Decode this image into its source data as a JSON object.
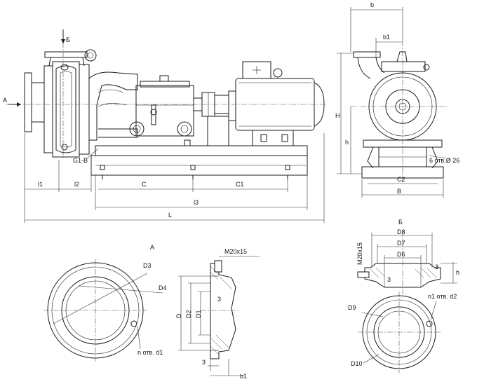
{
  "labels": {
    "arrow_a": "А",
    "arrow_b": "Б",
    "flange": "G1-В",
    "l1": "l1",
    "l2": "l2",
    "c": "С",
    "c1": "С1",
    "l3": "l3",
    "l": "L",
    "b_top": "b",
    "b1": "b1",
    "h_big": "H",
    "h_small": "h",
    "holes_base": "6 отв.Ø 26",
    "c2": "С2",
    "b_base": "B",
    "view_a": "А",
    "view_b": "Б",
    "d3": "D3",
    "d4": "D4",
    "n_holes": "n отв. d1",
    "thread_top": "М20х15",
    "d_sec": "D",
    "d2_sec": "D2",
    "d1_sec": "D1",
    "three_a": "3",
    "three_b": "3",
    "b1_sec": "b1",
    "d8": "D8",
    "d7": "D7",
    "d6": "D6",
    "thread_side": "М20х15",
    "three_c": "3",
    "three_d": "3",
    "h_b": "h",
    "d9": "D9",
    "n1_holes": "n1 отв. d2",
    "d10": "D10"
  }
}
